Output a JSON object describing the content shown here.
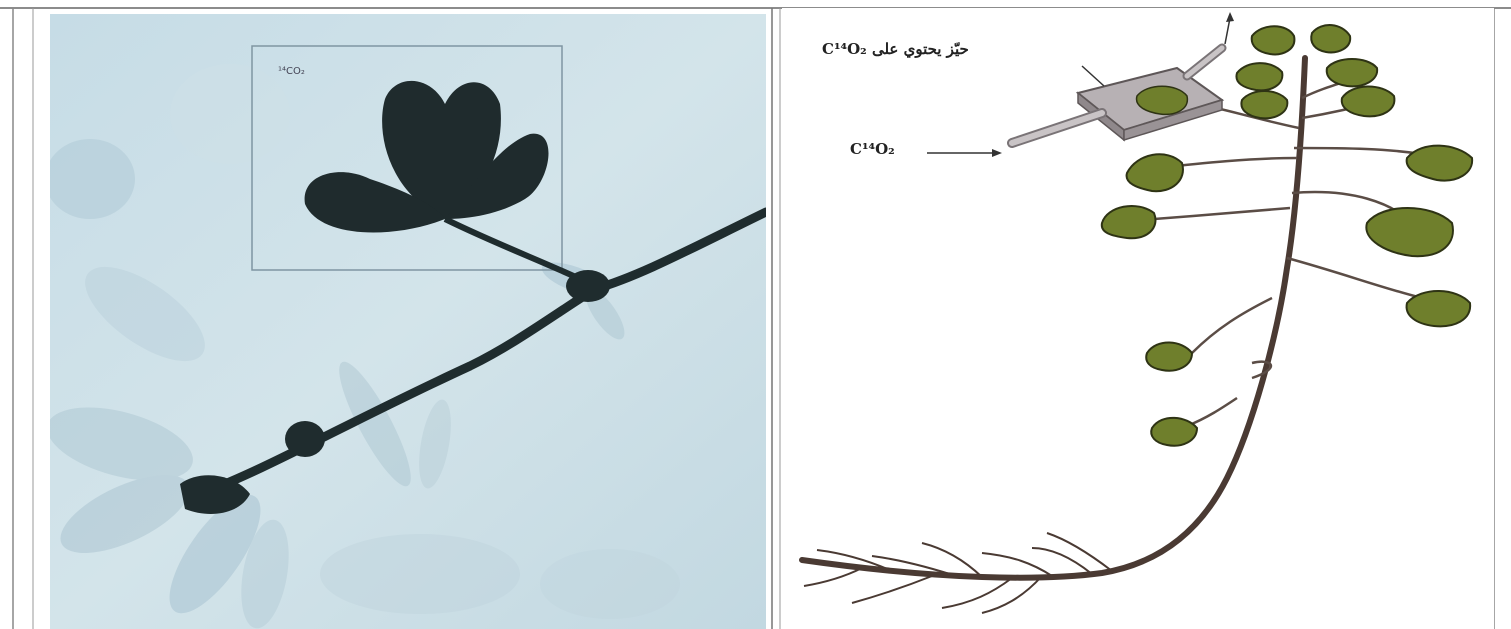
{
  "left_panel": {
    "box_label": "¹⁴CO₂"
  },
  "right_panel": {
    "chamber_label": "C¹⁴O₂ حيّز يحتوي على",
    "inflow_label": "C¹⁴O₂"
  },
  "colors": {
    "autoradiograph_background": "#c9dde6",
    "labelled_leaf": "#1e2a2c",
    "leaf_green": "#6f7f2c",
    "stem_brown": "#4a3a33",
    "chamber_gray": "#a9a3a6"
  }
}
